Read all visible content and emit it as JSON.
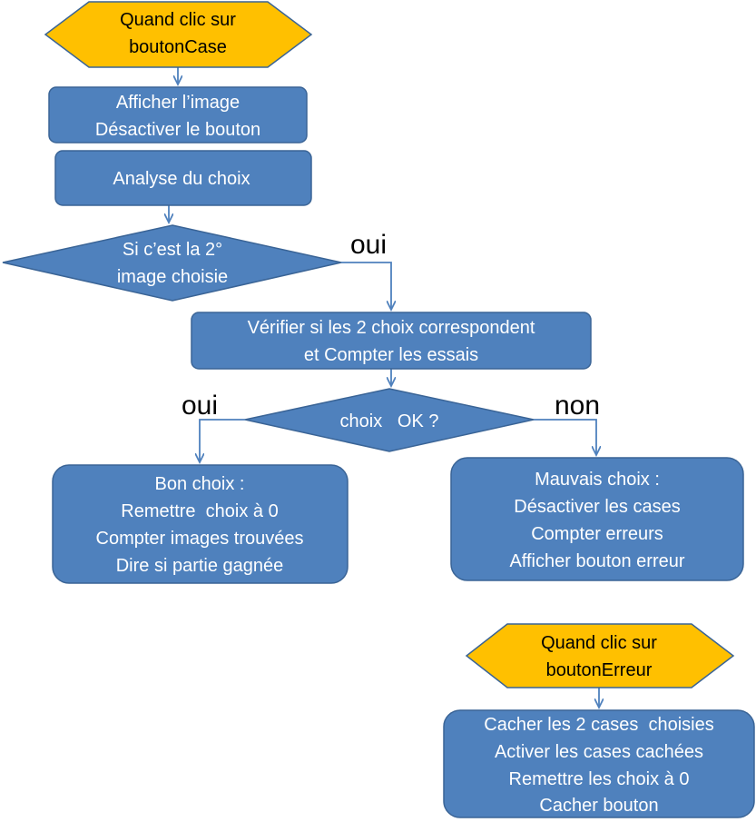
{
  "colors": {
    "process_fill": "#4f81bd",
    "process_stroke": "#3a6496",
    "event_fill": "#ffc000",
    "event_stroke": "#3a6496",
    "shape_text": "#ffffff",
    "event_text": "#000000",
    "arrow": "#4f81bd"
  },
  "nodes": {
    "start_event": {
      "line1": "Quand clic sur",
      "line2": "boutonCase"
    },
    "show_image": {
      "line1": "Afficher l’image",
      "line2": "Désactiver le bouton"
    },
    "analyse": {
      "line1": "Analyse du choix"
    },
    "decision_second": {
      "line1": "Si c’est la 2°",
      "line2": "image choisie"
    },
    "verify": {
      "line1": "Vérifier si  les  2 choix  correspondent",
      "line2": "et Compter les essais"
    },
    "decision_ok": {
      "line1": "choix   OK ?"
    },
    "good_choice": {
      "line1": "Bon choix :",
      "line2": "Remettre  choix à 0",
      "line3": "Compter images trouvées",
      "line4": "Dire si partie gagnée"
    },
    "bad_choice": {
      "line1": "Mauvais choix :",
      "line2": "Désactiver les cases",
      "line3": "Compter erreurs",
      "line4": "Afficher bouton erreur"
    },
    "error_event": {
      "line1": "Quand clic sur",
      "line2": "boutonErreur"
    },
    "error_actions": {
      "line1": "Cacher les 2 cases  choisies",
      "line2": "Activer les cases cachées",
      "line3": "Remettre les choix à 0",
      "line4": "Cacher bouton"
    }
  },
  "edge_labels": {
    "yes_second": "oui",
    "yes_ok": "oui",
    "no_ok": "non"
  }
}
